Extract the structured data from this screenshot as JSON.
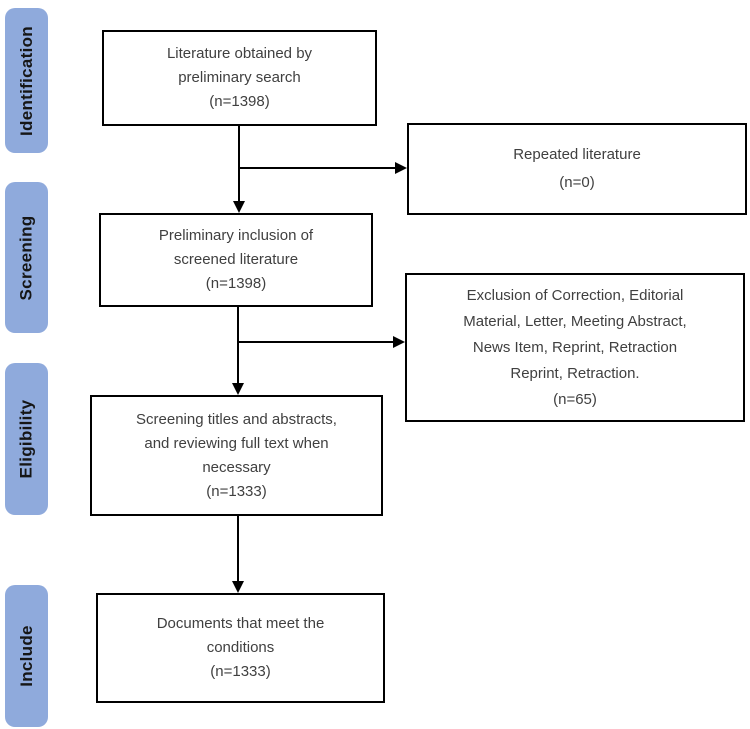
{
  "diagram_title": "Literature screening flow diagram (PRISMA-style)",
  "colors": {
    "stage_fill": "#8FAADC",
    "stage_text": "#161616",
    "box_border": "#000000",
    "box_text": "#404040",
    "arrow": "#000000",
    "background": "#ffffff"
  },
  "sidebar": {
    "stages": [
      {
        "label": "Identification"
      },
      {
        "label": "Screening"
      },
      {
        "label": "Eligibility"
      },
      {
        "label": "Include"
      }
    ]
  },
  "flow": {
    "literature_obtained": {
      "lines": [
        "Literature obtained by",
        "preliminary search",
        "(n=1398)"
      ],
      "count": 1398
    },
    "repeated_literature": {
      "lines": [
        "Repeated literature",
        "(n=0)"
      ],
      "count": 0
    },
    "preliminary_inclusion": {
      "lines": [
        "Preliminary inclusion of",
        "screened literature",
        "(n=1398)"
      ],
      "count": 1398
    },
    "exclusion": {
      "lines": [
        "Exclusion of Correction, Editorial",
        "Material, Letter, Meeting Abstract,",
        "News Item, Reprint, Retraction",
        "Reprint, Retraction.",
        "(n=65)"
      ],
      "count": 65
    },
    "screening_titles": {
      "lines": [
        "Screening titles and abstracts,",
        "and reviewing full text when",
        "necessary",
        "(n=1333)"
      ],
      "count": 1333
    },
    "documents_meet": {
      "lines": [
        "Documents that meet the",
        "conditions",
        "(n=1333)"
      ],
      "count": 1333
    }
  }
}
